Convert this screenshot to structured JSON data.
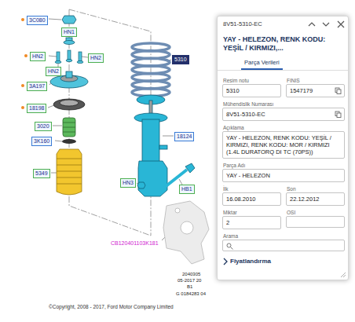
{
  "diagram": {
    "nodes": [
      {
        "text": [
          "3C080"
        ]
      },
      {
        "text": [
          "HN1"
        ]
      },
      {
        "text": [
          "HN2"
        ]
      },
      {
        "text": [
          "HN2"
        ]
      },
      {
        "text": [
          "HN2"
        ]
      },
      {
        "text": [
          "3A197"
        ]
      },
      {
        "text": [
          "18198"
        ]
      },
      {
        "text": [
          "3020"
        ]
      },
      {
        "text": [
          "3K160"
        ]
      },
      {
        "text": [
          "5349"
        ]
      },
      {
        "text": [
          "5310"
        ]
      },
      {
        "text": [
          "18124"
        ]
      },
      {
        "text": [
          "HN3"
        ]
      },
      {
        "text": [
          "HB1"
        ]
      },
      {
        "text": [
          "8V51-5310-EC",
          "YAY - HELEZON, RENK KODU: YEŞİL / KIRMIZI,..."
        ]
      },
      {
        "text": [
          "Resim notu",
          "5310"
        ],
        "in": 14
      },
      {
        "text": [
          "FINIS",
          "1547179"
        ],
        "in": 14
      },
      {
        "text": [
          "Mühendislik Numarası",
          "8V51-5310-EC"
        ],
        "in": 14
      },
      {
        "text": [
          "Açıklama",
          "YAY - HELEZON, RENK KODU: YEŞİL / KIRMIZI, RENK KODU: MOR / KIRMIZI (1.4L DURATORQ DI TC (70PS))"
        ],
        "in": 14
      },
      {
        "text": [
          "Parça Adı",
          "YAY - HELEZON"
        ],
        "in": 14
      },
      {
        "text": [
          "İlk",
          "16.08.2010"
        ],
        "in": 14
      },
      {
        "text": [
          "Son",
          "22.12.2012"
        ],
        "in": 14
      },
      {
        "text": [
          "Miktar",
          "2"
        ],
        "in": 14
      },
      {
        "text": [
          "OSI"
        ],
        "in": 14
      },
      {
        "text": [
          "Arama"
        ],
        "in": 14
      }
    ],
    "labels": [
      "Parça Verileri",
      "Fiyatlandırma",
      "CB120401103K181",
      "2040305",
      "05-2017 20",
      "B1",
      "G 0184283 04",
      "©Copyright, 2008 - 2017, Ford Motor Company Limited"
    ]
  }
}
